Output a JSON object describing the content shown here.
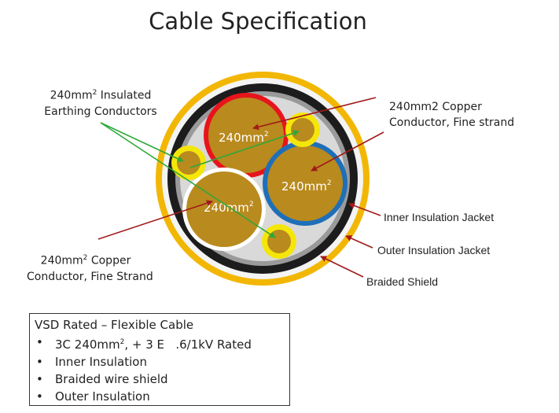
{
  "title": "Cable Specification",
  "labels": {
    "earth_line1": "240mm",
    "earth_sup": "2",
    "earth_line1_rest": " Insulated",
    "earth_line2": "Earthing Conductors",
    "copper_right_line1": "240mm2 Copper",
    "copper_right_line2": "Conductor, Fine strand",
    "inner_jacket": "Inner Insulation Jacket",
    "outer_jacket": "Outer Insulation Jacket",
    "braided_shield": "Braided Shield",
    "copper_left_line1": "240mm",
    "copper_left_sup": "2",
    "copper_left_line1_rest": " Copper",
    "copper_left_line2": "Conductor, Fine Strand"
  },
  "conductors": {
    "red_label": "240mm",
    "blue_label": "240mm",
    "white_label": "240mm",
    "sup": "2"
  },
  "spec": {
    "heading": "VSD Rated – Flexible Cable",
    "items": [
      {
        "pre": "3C 240mm",
        "sup": "2",
        "post": ", + 3 E   .6/1kV Rated"
      },
      {
        "text": "Inner Insulation"
      },
      {
        "text": "Braided wire shield"
      },
      {
        "text": "Outer Insulation"
      }
    ]
  },
  "colors": {
    "outer_yellow": "#f2b705",
    "braid_white": "#f4f4f4",
    "black_jacket": "#1c1c1c",
    "gray_band": "#9a9a9a",
    "filler": "#d9d9d9",
    "copper": "#b98a1e",
    "red_insulation": "#e8141c",
    "blue_insulation": "#1f6fb8",
    "yellow_insulation": "#f5e60a",
    "arrow_red": "#a01a1a",
    "arrow_green": "#2fa83a"
  }
}
